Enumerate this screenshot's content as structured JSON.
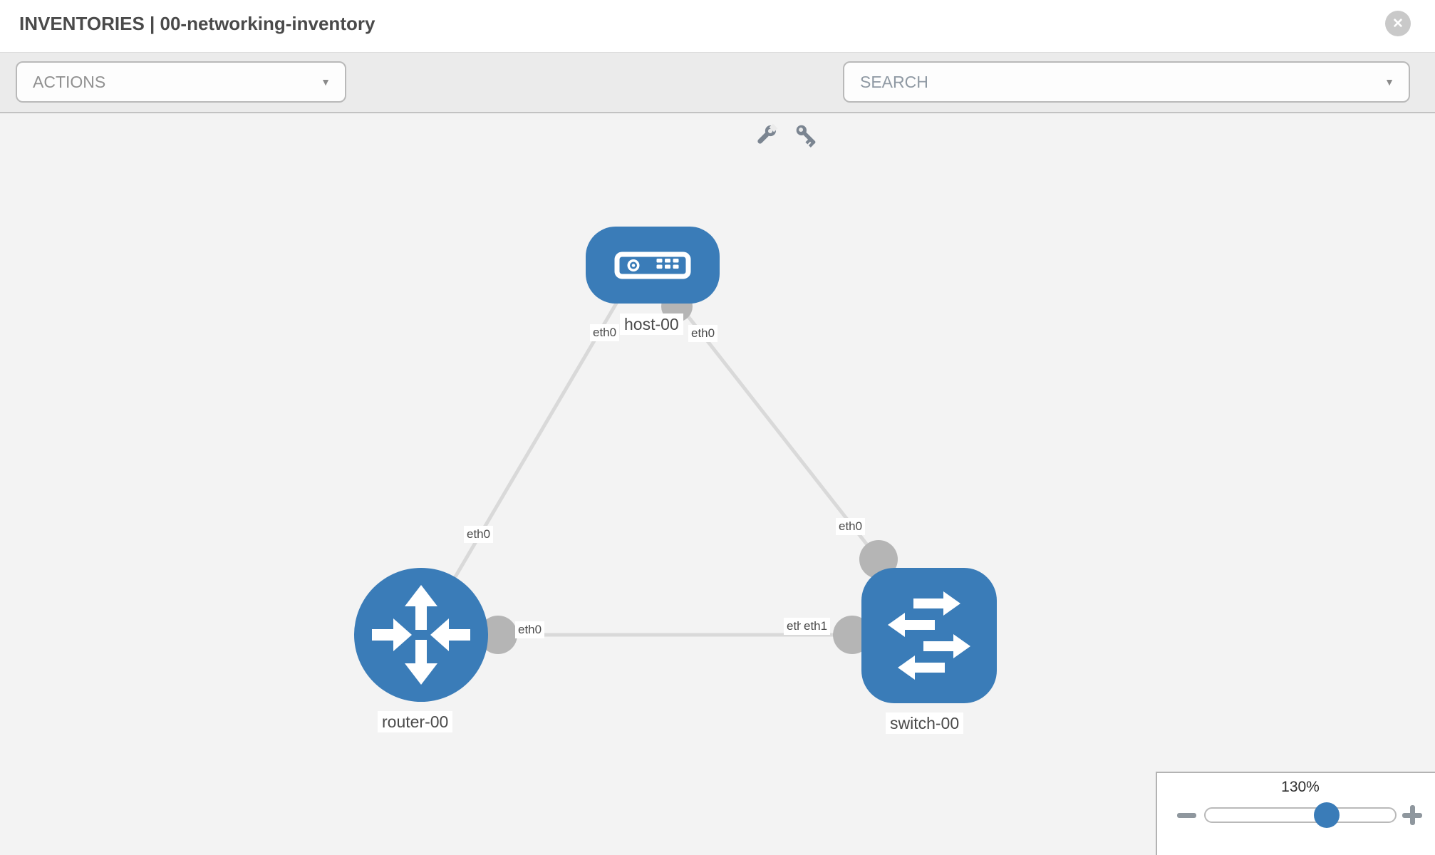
{
  "header": {
    "title": "INVENTORIES | 00-networking-inventory"
  },
  "toolbar": {
    "actions_label": "ACTIONS",
    "search_placeholder": "SEARCH"
  },
  "icons": {
    "close_glyph": "✕",
    "caret_glyph": "▼",
    "toolbar_icons": [
      "wrench",
      "key"
    ],
    "zoom_icons": [
      "minus",
      "plus"
    ]
  },
  "topology": {
    "nodes": [
      {
        "label": "host-00",
        "type": "host"
      },
      {
        "label": "router-00",
        "type": "router"
      },
      {
        "label": "switch-00",
        "type": "switch"
      }
    ],
    "links": [
      {
        "from": "host-00",
        "to": "router-00",
        "labels": {
          "host_end": "eth0",
          "router_end": "eth0"
        }
      },
      {
        "from": "host-00",
        "to": "switch-00",
        "labels": {
          "host_end": "eth0",
          "switch_end": "eth0"
        }
      },
      {
        "from": "router-00",
        "to": "switch-00",
        "labels": {
          "router_end": "eth0",
          "switch_end_under": "eth0",
          "switch_end_over": "eth1"
        }
      }
    ]
  },
  "zoom_control": {
    "level": "130%"
  },
  "colors": {
    "node_blue": "#3a7cb8",
    "link_gray": "#d9d9d9",
    "port_gray": "#b5b5b5",
    "canvas_bg": "#f3f3f3",
    "toolbar_bg": "#ebebeb",
    "icon_gray": "#7b8591"
  }
}
